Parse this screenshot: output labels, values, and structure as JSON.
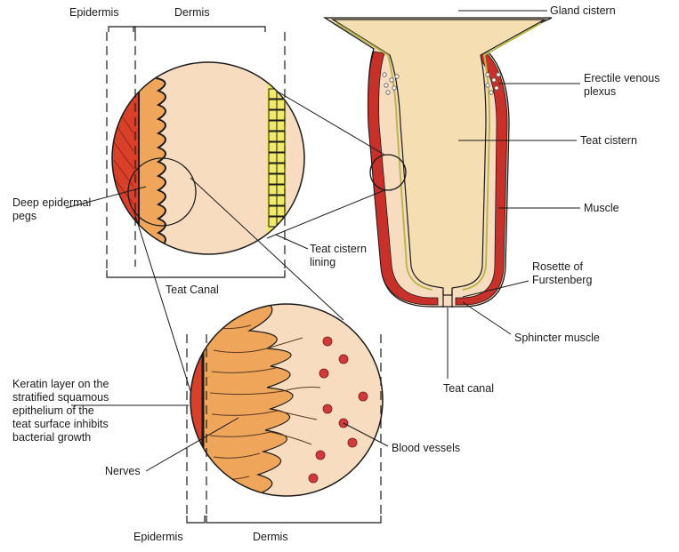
{
  "labels": {
    "epidermis_top": "Epidermis",
    "dermis_top": "Dermis",
    "teat_canal_bracket": "Teat Canal",
    "deep_pegs_1": "Deep epidermal",
    "deep_pegs_2": "pegs",
    "cistern_lining_1": "Teat cistern",
    "cistern_lining_2": "lining",
    "gland_cistern": "Gland cistern",
    "erectile_1": "Erectile venous",
    "erectile_2": "plexus",
    "teat_cistern": "Teat cistern",
    "muscle": "Muscle",
    "rosette_1": "Rosette of",
    "rosette_2": "Furstenberg",
    "sphincter": "Sphincter muscle",
    "teat_canal": "Teat canal",
    "keratin_1": "Keratin layer on the",
    "keratin_2": "stratified squamous",
    "keratin_3": "epithelium of the",
    "keratin_4": "teat surface inhibits",
    "keratin_5": "bacterial growth",
    "nerves": "Nerves",
    "blood_vessels": "Blood vessels",
    "epidermis_bottom": "Epidermis",
    "dermis_bottom": "Dermis"
  },
  "colors": {
    "skin": "#f8dcc0",
    "cistern": "#f5dfb2",
    "epidermis_red": "#d9402a",
    "peg_orange": "#f0a65a",
    "lining_yellow": "#f2e96a",
    "outline": "#1a1a1a",
    "blood_vessel": "#d03a3a"
  }
}
